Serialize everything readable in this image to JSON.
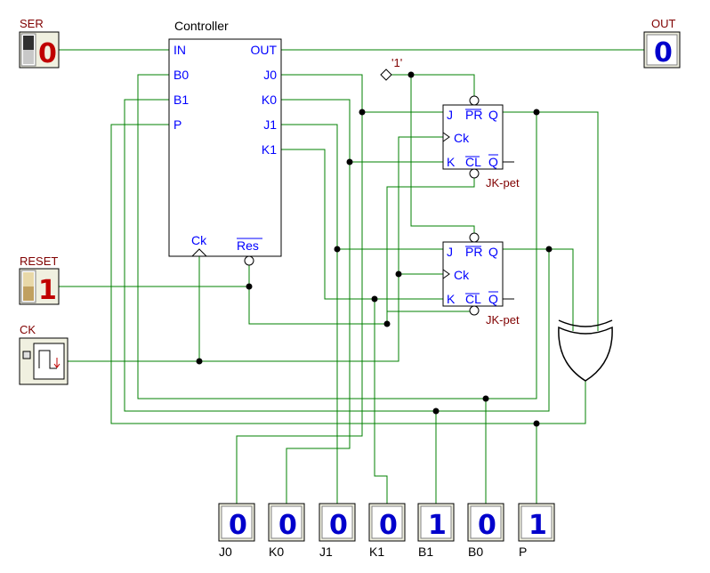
{
  "controller": {
    "title": "Controller",
    "inputs": [
      "IN",
      "B0",
      "B1",
      "P"
    ],
    "outputs": [
      "OUT",
      "J0",
      "K0",
      "J1",
      "K1"
    ],
    "ck": "Ck",
    "res": "Res"
  },
  "flipflops": [
    {
      "name": "JK-pet",
      "j": "J",
      "pr": "PR",
      "q": "Q",
      "ck": "Ck",
      "k": "K",
      "cl": "CL",
      "qbar": "Q"
    },
    {
      "name": "JK-pet",
      "j": "J",
      "pr": "PR",
      "q": "Q",
      "ck": "Ck",
      "k": "K",
      "cl": "CL",
      "qbar": "Q"
    }
  ],
  "inputs": {
    "ser": {
      "label": "SER",
      "value": "0"
    },
    "reset": {
      "label": "RESET",
      "value": "1"
    },
    "ck": {
      "label": "CK"
    }
  },
  "const_one": "'1'",
  "out": {
    "label": "OUT",
    "value": "0"
  },
  "probes": [
    {
      "label": "J0",
      "value": "0"
    },
    {
      "label": "K0",
      "value": "0"
    },
    {
      "label": "J1",
      "value": "0"
    },
    {
      "label": "K1",
      "value": "0"
    },
    {
      "label": "B1",
      "value": "1"
    },
    {
      "label": "B0",
      "value": "0"
    },
    {
      "label": "P",
      "value": "1"
    }
  ],
  "colors": {
    "wire": "#008000",
    "pin_text": "#0000ff",
    "digit": "#0000cc",
    "part_label": "#800000"
  }
}
